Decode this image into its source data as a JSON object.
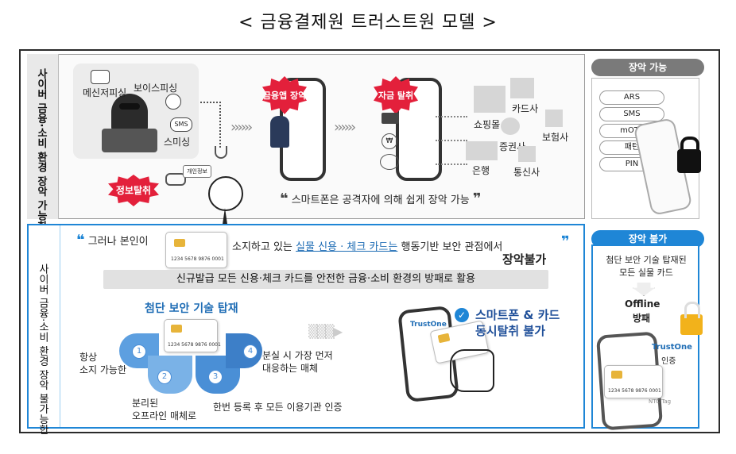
{
  "title": "< 금융결제원 트러스트원 모델 >",
  "top_section": {
    "label": "사이버 금융·소비 환경 장악 가능한",
    "threats": [
      "메신저피싱",
      "보이스피싱",
      "스미싱",
      "정보탈취"
    ],
    "personal_info_tag": "개인정보",
    "burst_app": "금융앱 장악",
    "burst_fund": "자금 탈취",
    "targets": [
      "쇼핑몰",
      "카드사",
      "보험사",
      "증권사",
      "은행",
      "통신사"
    ],
    "quote": "스마트폰은 공격자에 의해 쉽게 장악 가능"
  },
  "side_top": {
    "header": "장악 가능",
    "options": [
      "ARS",
      "SMS",
      "mOTP",
      "패턴",
      "PIN"
    ]
  },
  "bottom_section": {
    "label": "사이버 금융·소비 환경 장악 불가능한",
    "quote_part1": "그러나 본인이",
    "quote_part2": "소지하고 있는",
    "quote_highlight": "실물 신용 · 체크 카드는",
    "quote_part3": "행동기반 보안 관점에서",
    "quote_bold": "장악불가",
    "band": "신규발급 모든 신용·체크 카드를 안전한 금융·소비 환경의 방패로 활용",
    "tech_title": "첨단 보안 기술 탑재",
    "card_number": "1234 5678 9876 0001",
    "features": [
      {
        "n": "1",
        "text": "항상\n소지 가능한"
      },
      {
        "n": "2",
        "text": "분리된\n오프라인 매체로"
      },
      {
        "n": "3",
        "text": "한번 등록 후 모든 이용기관 인증"
      },
      {
        "n": "4",
        "text": "분실 시 가장 먼저\n대응하는 매체"
      }
    ],
    "result_line1": "스마트폰 & 카드",
    "result_line2": "동시탈취 불가",
    "brand": "TrustOne"
  },
  "side_bot": {
    "header": "장악 불가",
    "desc": "첨단 보안 기술 탑재된\n모든 실물 카드",
    "offline": "Offline",
    "shield": "방패",
    "brand": "TrustOne",
    "auth": "인증",
    "ntc": "NTC Tag"
  },
  "colors": {
    "accent_blue": "#1f86d6",
    "threat_red": "#e3203b",
    "chip_gold": "#e7b43a",
    "pill_gray": "#7a7a7a"
  }
}
